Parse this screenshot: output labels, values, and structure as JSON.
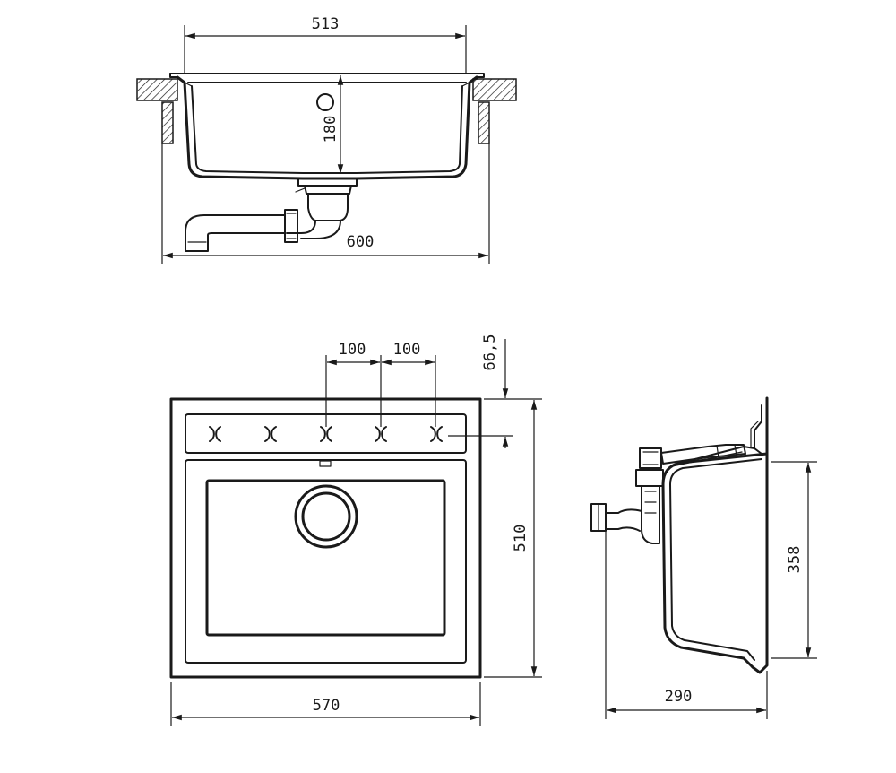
{
  "dimensions": {
    "top_width_inner": "513",
    "top_width_outer": "600",
    "top_depth": "180",
    "hole_spacing_1": "100",
    "hole_spacing_2": "100",
    "hole_offset": "66,5",
    "plan_width": "570",
    "plan_depth": "510",
    "side_depth": "358",
    "side_width": "290"
  }
}
